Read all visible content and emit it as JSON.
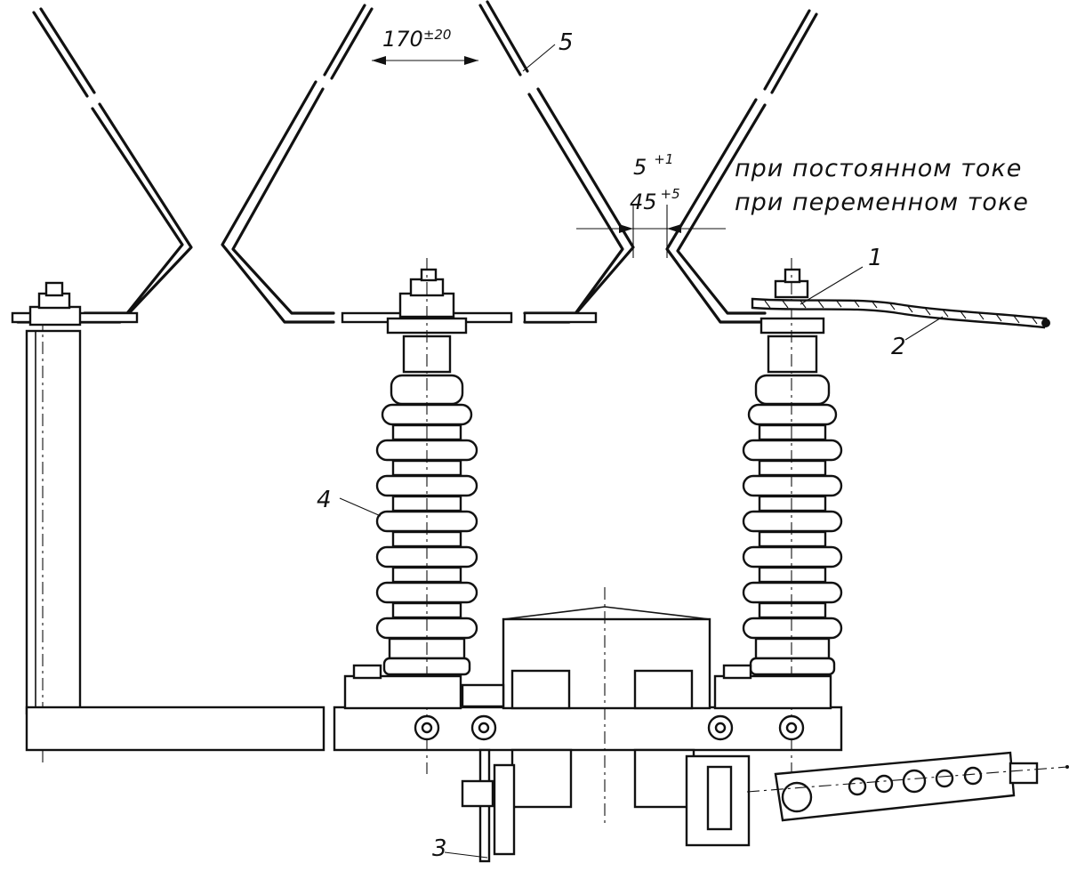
{
  "dimensions": {
    "horn_gap_top": {
      "value": "170",
      "tolerance": "±20"
    },
    "horn_gap_dc": {
      "value": "5",
      "tolerance": "+1"
    },
    "horn_gap_ac": {
      "value": "45",
      "tolerance": "+5"
    }
  },
  "notes": {
    "dc": "при постоянном токе",
    "ac": "при переменном токе"
  },
  "callouts": [
    "1",
    "2",
    "3",
    "4",
    "5"
  ]
}
